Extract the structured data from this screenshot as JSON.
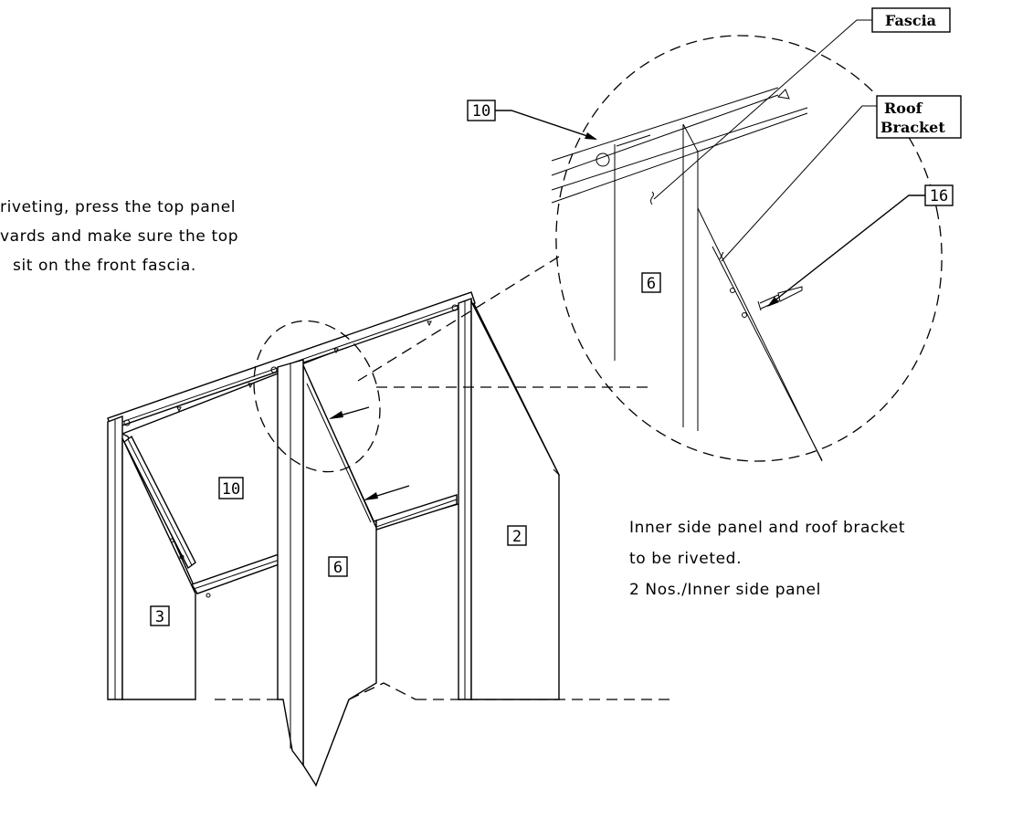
{
  "notes": {
    "top_left": [
      "riveting, press the top panel",
      "vards and make sure the top",
      "sit on the front fascia."
    ],
    "right": [
      "Inner side panel and roof bracket",
      "to be riveted.",
      "2 Nos./Inner side panel"
    ]
  },
  "part_tags": {
    "p10_main": "10",
    "p6_main": "6",
    "p2_main": "2",
    "p3_main": "3",
    "p10_detail": "10",
    "p6_detail": "6",
    "p16_detail": "16"
  },
  "callouts": {
    "fascia": "Fascia",
    "roof_bracket_line1": "Roof",
    "roof_bracket_line2": "Bracket"
  }
}
